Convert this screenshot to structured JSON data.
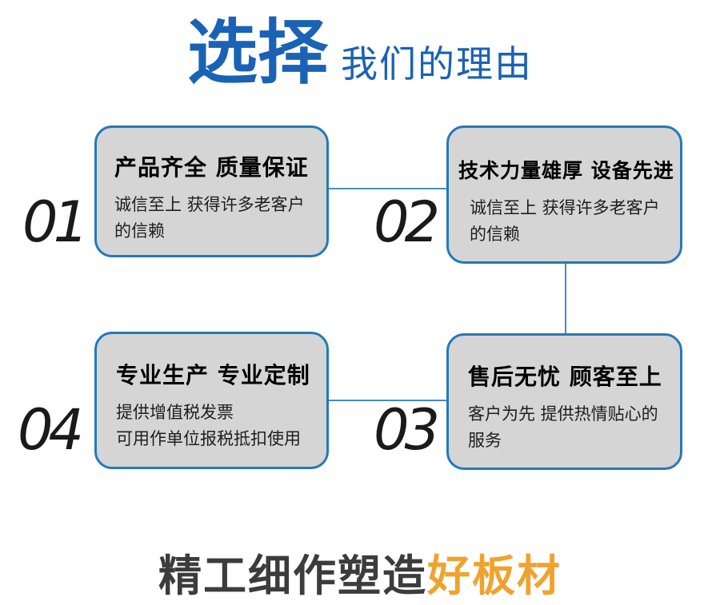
{
  "title": {
    "accent": "选择",
    "rest": "我们的理由"
  },
  "cards": [
    {
      "number": "01",
      "title": "产品齐全 质量保证",
      "desc": "诚信至上 获得许多老客户\n的信赖"
    },
    {
      "number": "02",
      "title": "技术力量雄厚 设备先进",
      "desc": "诚信至上 获得许多老客户\n的信赖"
    },
    {
      "number": "03",
      "title": "售后无忧 顾客至上",
      "desc": "客户为先 提供热情贴心的\n服务"
    },
    {
      "number": "04",
      "title": "专业生产 专业定制",
      "desc": "提供增值税发票\n可用作单位报税抵扣使用"
    }
  ],
  "footer": {
    "dark": "精工细作塑造",
    "accent": "好板材"
  },
  "colors": {
    "title_blue": "#1a62b5",
    "card_border": "#2479b8",
    "card_fill": "#d5d5d5",
    "connector_blue": "#4a8cc0",
    "footer_dark": "#3c3c3c",
    "footer_accent": "#efa32e"
  }
}
